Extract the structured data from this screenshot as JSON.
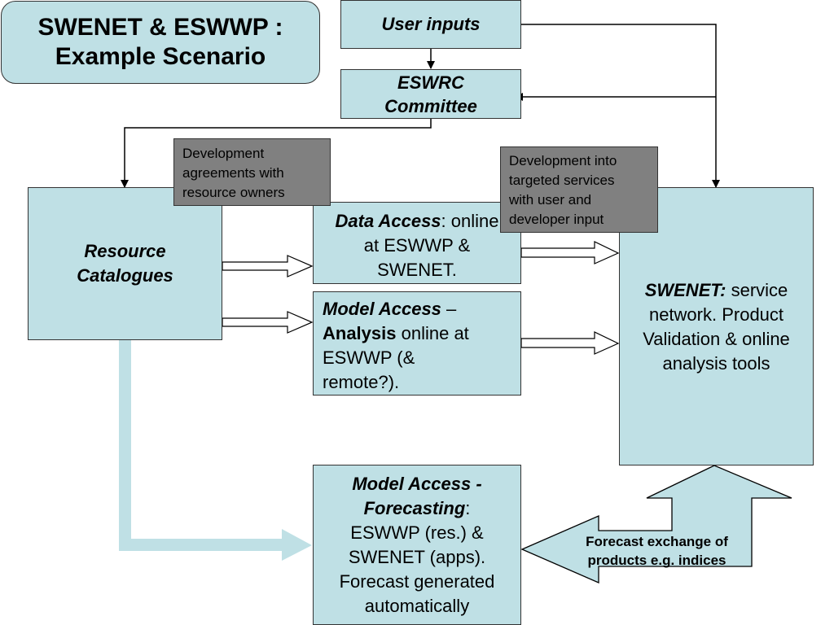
{
  "title": {
    "line1": "SWENET & ESWWP :",
    "line2": "Example Scenario"
  },
  "user_inputs": "User inputs",
  "eswrc": {
    "line1": "ESWRC",
    "line2": "Committee"
  },
  "dev_agreements": {
    "line1": "Development",
    "line2": "agreements with",
    "line3": "resource owners"
  },
  "dev_services": {
    "line1": "Development into",
    "line2": "targeted services",
    "line3": "with user and",
    "line4": "developer input"
  },
  "resource_catalogues": {
    "line1": "Resource",
    "line2": "Catalogues"
  },
  "data_access": {
    "bold": "Data Access",
    "rest1": ": online",
    "line2": "at ESWWP &",
    "line3": "SWENET."
  },
  "model_analysis": {
    "bold1": "Model Access",
    "rest1": " –",
    "bold2": "Analysis",
    "rest2": " online at",
    "line3": "ESWWP (&",
    "line4": "remote?)."
  },
  "swenet": {
    "bold": "SWENET:",
    "rest1": " service",
    "line2": "network. Product",
    "line3": "Validation & online",
    "line4": "analysis tools"
  },
  "model_forecasting": {
    "bold1": "Model Access -",
    "bold2": "Forecasting",
    "rest2": ":",
    "line3": "ESWWP (res.) &",
    "line4": "SWENET (apps).",
    "line5": "Forecast generated",
    "line6": "automatically"
  },
  "forecast_exchange": {
    "line1": "Forecast exchange of",
    "line2": "products e.g. indices"
  },
  "colors": {
    "box_fill": "#bfe0e5",
    "grey_fill": "#808080",
    "line": "#000000"
  }
}
